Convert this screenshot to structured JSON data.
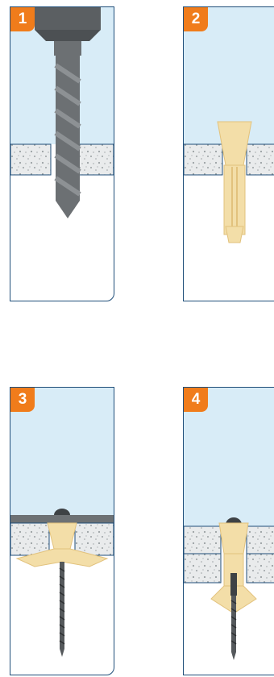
{
  "steps": [
    {
      "number": "1"
    },
    {
      "number": "2"
    },
    {
      "number": "3"
    },
    {
      "number": "4"
    }
  ],
  "colors": {
    "sky": "#d8ecf7",
    "border": "#1f4e79",
    "badge": "#f07c1b",
    "board": "#e9ebec",
    "board_speckle": "#9aa0a3",
    "anchor": "#f3dea8",
    "anchor_edge": "#e2c27d",
    "drill": "#6c7073",
    "screw": "#55595c"
  }
}
